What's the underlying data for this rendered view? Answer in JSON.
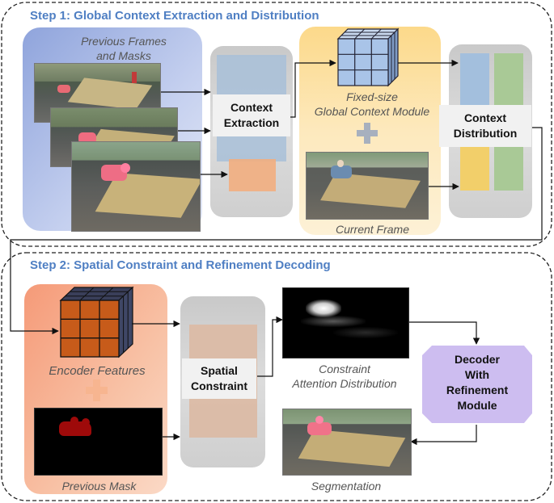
{
  "step1": {
    "title": "Step 1:  Global Context Extraction and Distribution",
    "prev_frames_label_line1": "Previous Frames",
    "prev_frames_label_line2": "and Masks",
    "context_extraction_line1": "Context",
    "context_extraction_line2": "Extraction",
    "global_module_line1": "Fixed-size",
    "global_module_line2": "Global Context Module",
    "current_frame_label": "Current Frame",
    "context_distribution_line1": "Context",
    "context_distribution_line2": "Distribution"
  },
  "step2": {
    "title": "Step 2:  Spatial Constraint and Refinement Decoding",
    "encoder_features_label": "Encoder Features",
    "previous_mask_label": "Previous Mask",
    "spatial_constraint_line1": "Spatial",
    "spatial_constraint_line2": "Constraint",
    "attention_label_line1": "Constraint",
    "attention_label_line2": "Attention Distribution",
    "decoder_line1": "Decoder",
    "decoder_line2": "With",
    "decoder_line3": "Refinement",
    "decoder_line4": "Module",
    "segmentation_label": "Segmentation"
  },
  "colors": {
    "accent_title": "#4f7fc3",
    "prev_frames_panel": "#b9c6ea",
    "global_panel": "#fde7b0",
    "encoder_panel": "#f6b396",
    "cube_blue": "#a9c4e8",
    "cube_orange": "#c75b1a",
    "decoder_box": "#cdbdf0",
    "bar_blue": "#a3bfdd",
    "bar_green": "#a9c996",
    "bar_yellow": "#f2cf6a",
    "bar_orange": "#f2b084"
  }
}
